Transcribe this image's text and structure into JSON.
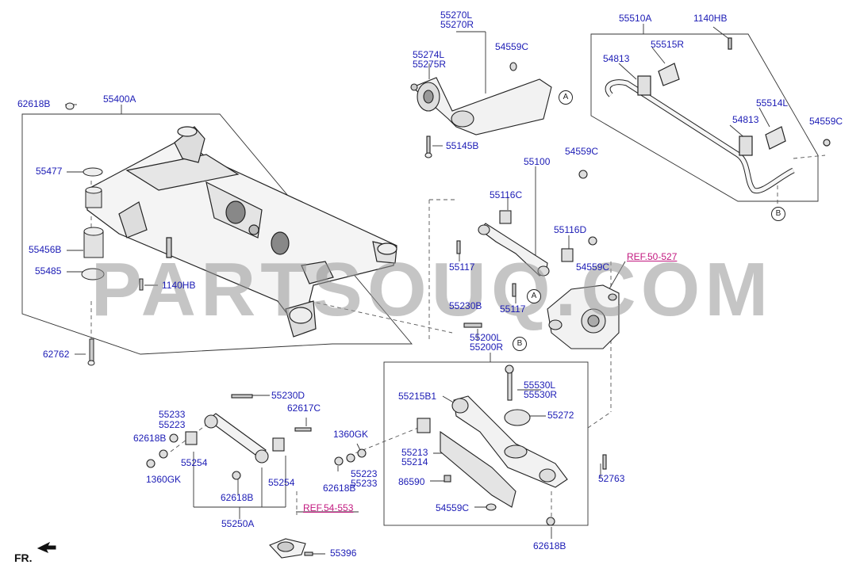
{
  "watermark": "PARTSOUQ.COM",
  "orientation": "FR.",
  "callouts": {
    "a1": "A",
    "a2": "A",
    "b1": "B",
    "b2": "B"
  },
  "labels": [
    {
      "id": "62618B-top",
      "text": "62618B"
    },
    {
      "id": "55400A",
      "text": "55400A"
    },
    {
      "id": "55477",
      "text": "55477"
    },
    {
      "id": "55456B",
      "text": "55456B"
    },
    {
      "id": "55485",
      "text": "55485"
    },
    {
      "id": "1140HB-left",
      "text": "1140HB"
    },
    {
      "id": "62762",
      "text": "62762"
    },
    {
      "id": "55270L",
      "text": "55270L"
    },
    {
      "id": "55270R",
      "text": "55270R"
    },
    {
      "id": "55274L",
      "text": "55274L"
    },
    {
      "id": "55275R",
      "text": "55275R"
    },
    {
      "id": "54559C-top",
      "text": "54559C"
    },
    {
      "id": "55145B",
      "text": "55145B"
    },
    {
      "id": "55510A",
      "text": "55510A"
    },
    {
      "id": "1140HB-right",
      "text": "1140HB"
    },
    {
      "id": "55515R",
      "text": "55515R"
    },
    {
      "id": "54813-a",
      "text": "54813"
    },
    {
      "id": "55514L",
      "text": "55514L"
    },
    {
      "id": "54813-b",
      "text": "54813"
    },
    {
      "id": "54559C-right",
      "text": "54559C"
    },
    {
      "id": "55100",
      "text": "55100"
    },
    {
      "id": "54559C-mid",
      "text": "54559C"
    },
    {
      "id": "55116C",
      "text": "55116C"
    },
    {
      "id": "55116D",
      "text": "55116D"
    },
    {
      "id": "55117-a",
      "text": "55117"
    },
    {
      "id": "54559C-arm",
      "text": "54559C"
    },
    {
      "id": "REF50-527",
      "text": "REF.50-527"
    },
    {
      "id": "55117-b",
      "text": "55117"
    },
    {
      "id": "55230B",
      "text": "55230B"
    },
    {
      "id": "55200L",
      "text": "55200L"
    },
    {
      "id": "55200R",
      "text": "55200R"
    },
    {
      "id": "55530L",
      "text": "55530L"
    },
    {
      "id": "55530R",
      "text": "55530R"
    },
    {
      "id": "55215B1",
      "text": "55215B1"
    },
    {
      "id": "55272",
      "text": "55272"
    },
    {
      "id": "55213",
      "text": "55213"
    },
    {
      "id": "55214",
      "text": "55214"
    },
    {
      "id": "86590",
      "text": "86590"
    },
    {
      "id": "54559C-low",
      "text": "54559C"
    },
    {
      "id": "52763",
      "text": "52763"
    },
    {
      "id": "62618B-bottom",
      "text": "62618B"
    },
    {
      "id": "55230D",
      "text": "55230D"
    },
    {
      "id": "55233-left",
      "text": "55233"
    },
    {
      "id": "55223-left",
      "text": "55223"
    },
    {
      "id": "62617C",
      "text": "62617C"
    },
    {
      "id": "62618B-left",
      "text": "62618B"
    },
    {
      "id": "55254-a",
      "text": "55254"
    },
    {
      "id": "1360GK-left",
      "text": "1360GK"
    },
    {
      "id": "62618B-mid",
      "text": "62618B"
    },
    {
      "id": "55254-b",
      "text": "55254"
    },
    {
      "id": "55250A",
      "text": "55250A"
    },
    {
      "id": "1360GK-right",
      "text": "1360GK"
    },
    {
      "id": "55223-right",
      "text": "55223"
    },
    {
      "id": "55233-right",
      "text": "55233"
    },
    {
      "id": "62618B-right",
      "text": "62618B"
    },
    {
      "id": "REF54-553",
      "text": "REF.54-553"
    },
    {
      "id": "55396",
      "text": "55396"
    }
  ]
}
